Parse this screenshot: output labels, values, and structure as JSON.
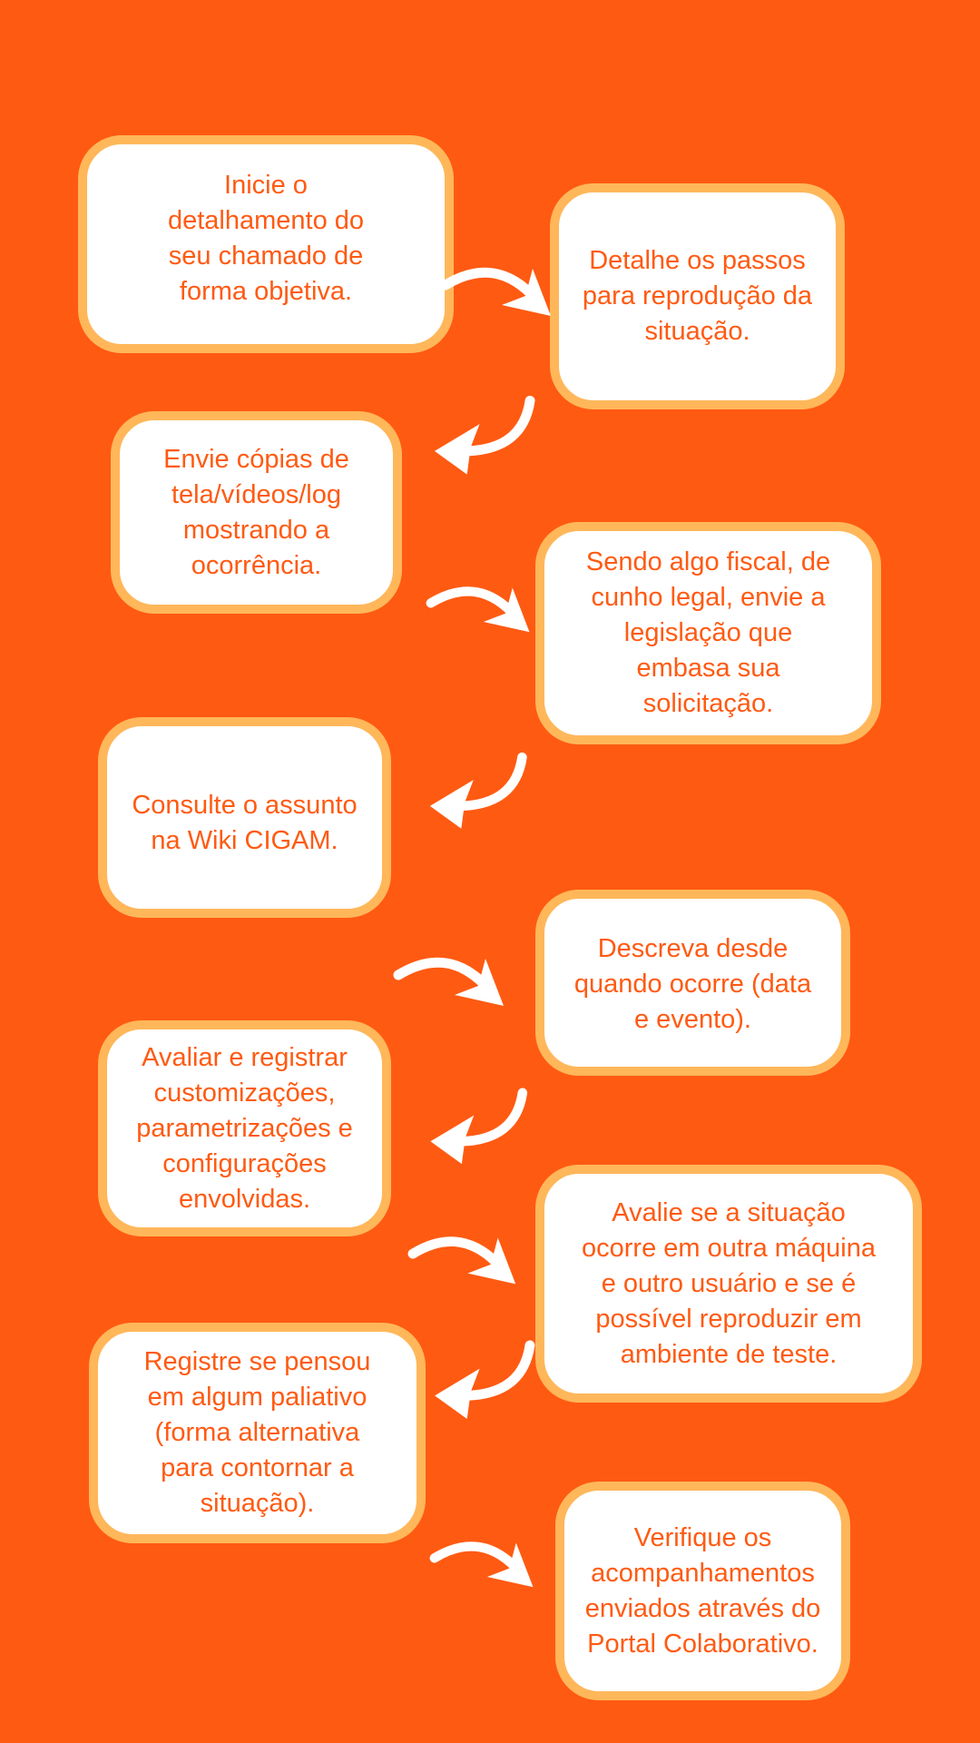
{
  "colors": {
    "background": "#FF5A12",
    "box_border": "#FFB75A",
    "box_fill": "#FFFFFF",
    "text": "#FF5A12",
    "arrow": "#FFFFFF"
  },
  "steps": [
    {
      "lines": [
        "Inicie o",
        "detalhamento do",
        "seu chamado de",
        "forma objetiva."
      ]
    },
    {
      "lines": [
        "Detalhe os passos",
        "para reprodução da",
        "situação."
      ]
    },
    {
      "lines": [
        "Envie cópias de",
        "tela/vídeos/log",
        "mostrando a",
        "ocorrência."
      ]
    },
    {
      "lines": [
        "Sendo algo fiscal, de",
        "cunho legal, envie a",
        "legislação que",
        "embasa sua",
        "solicitação."
      ]
    },
    {
      "lines": [
        "Consulte o assunto",
        "na Wiki CIGAM."
      ]
    },
    {
      "lines": [
        "Descreva desde",
        "quando ocorre (data",
        "e evento)."
      ]
    },
    {
      "lines": [
        "Avaliar e registrar",
        "customizações,",
        "parametrizações e",
        "configurações",
        "envolvidas."
      ]
    },
    {
      "lines": [
        "Avalie se a situação",
        "ocorre em outra máquina",
        "e outro usuário e se é",
        "possível reproduzir em",
        "ambiente de teste."
      ]
    },
    {
      "lines": [
        "Registre se pensou",
        "em algum paliativo",
        "(forma alternativa",
        "para contornar a",
        "situação)."
      ]
    },
    {
      "lines": [
        "Verifique os",
        "acompanhamentos",
        "enviados através do",
        "Portal Colaborativo."
      ]
    }
  ]
}
